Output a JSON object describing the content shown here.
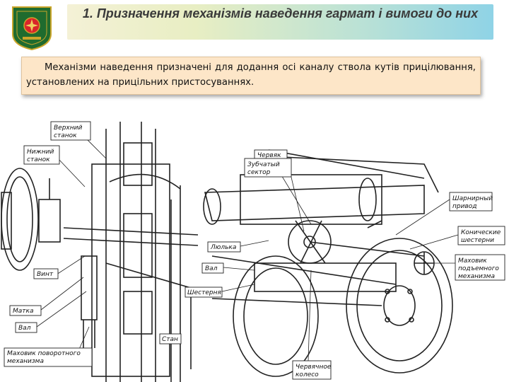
{
  "slide": {
    "title": "1. Призначення механізмів наведення гармат і вимоги до них",
    "paragraph": "Механізми наведення призначені для додання осі каналу ствола кутів прицілювання, установлених на прицільних пристосуваннях."
  },
  "colors": {
    "title_bar_start": "#f4f1d6",
    "title_bar_end": "#8fd3e6",
    "text_box": "#fde6c8",
    "emblem_green": "#1f6b2e"
  },
  "diagram_labels": {
    "upper_carriage": "Верхний станок",
    "lower_carriage": "Нижний станок",
    "screw": "Винт",
    "nut": "Матка",
    "shaft_left": "Вал",
    "traverse_handwheel": "Маховик поворотного механизма",
    "stan": "Стан",
    "worm": "Червяк",
    "toothed_sector": "Зубчатый сектор",
    "cradle": "Люлька",
    "shaft_right": "Вал",
    "gear": "Шестерня",
    "worm_wheel": "Червячное колесо",
    "hinged_drive": "Шарнирный привод",
    "bevel_gears": "Конические шестерни",
    "elevating_handwheel": "Маховик подъемного механизма"
  }
}
